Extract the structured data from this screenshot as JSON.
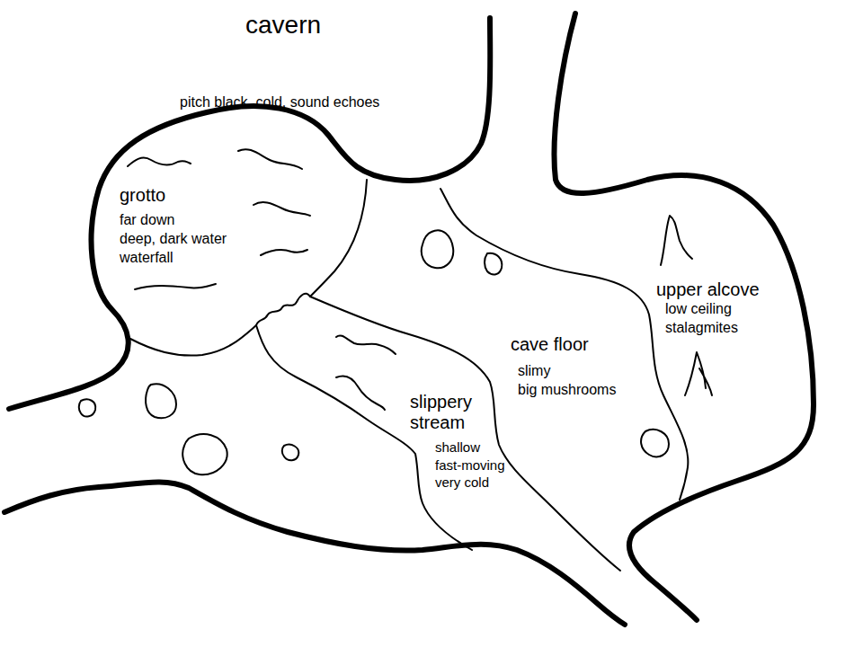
{
  "diagram": {
    "title": "cavern",
    "nodes": [
      {
        "text": [
          "grotto",
          "far down",
          "deep, dark water",
          "waterfall"
        ]
      },
      {
        "text": [
          "slippery stream",
          "shallow",
          "fast-moving",
          "very cold"
        ]
      },
      {
        "text": [
          "cave floor",
          "slimy",
          "big mushrooms"
        ]
      },
      {
        "text": [
          "upper alcove",
          "low ceiling",
          "stalagmites"
        ]
      }
    ],
    "labels": [
      "pitch black, cold, sound echoes"
    ]
  }
}
